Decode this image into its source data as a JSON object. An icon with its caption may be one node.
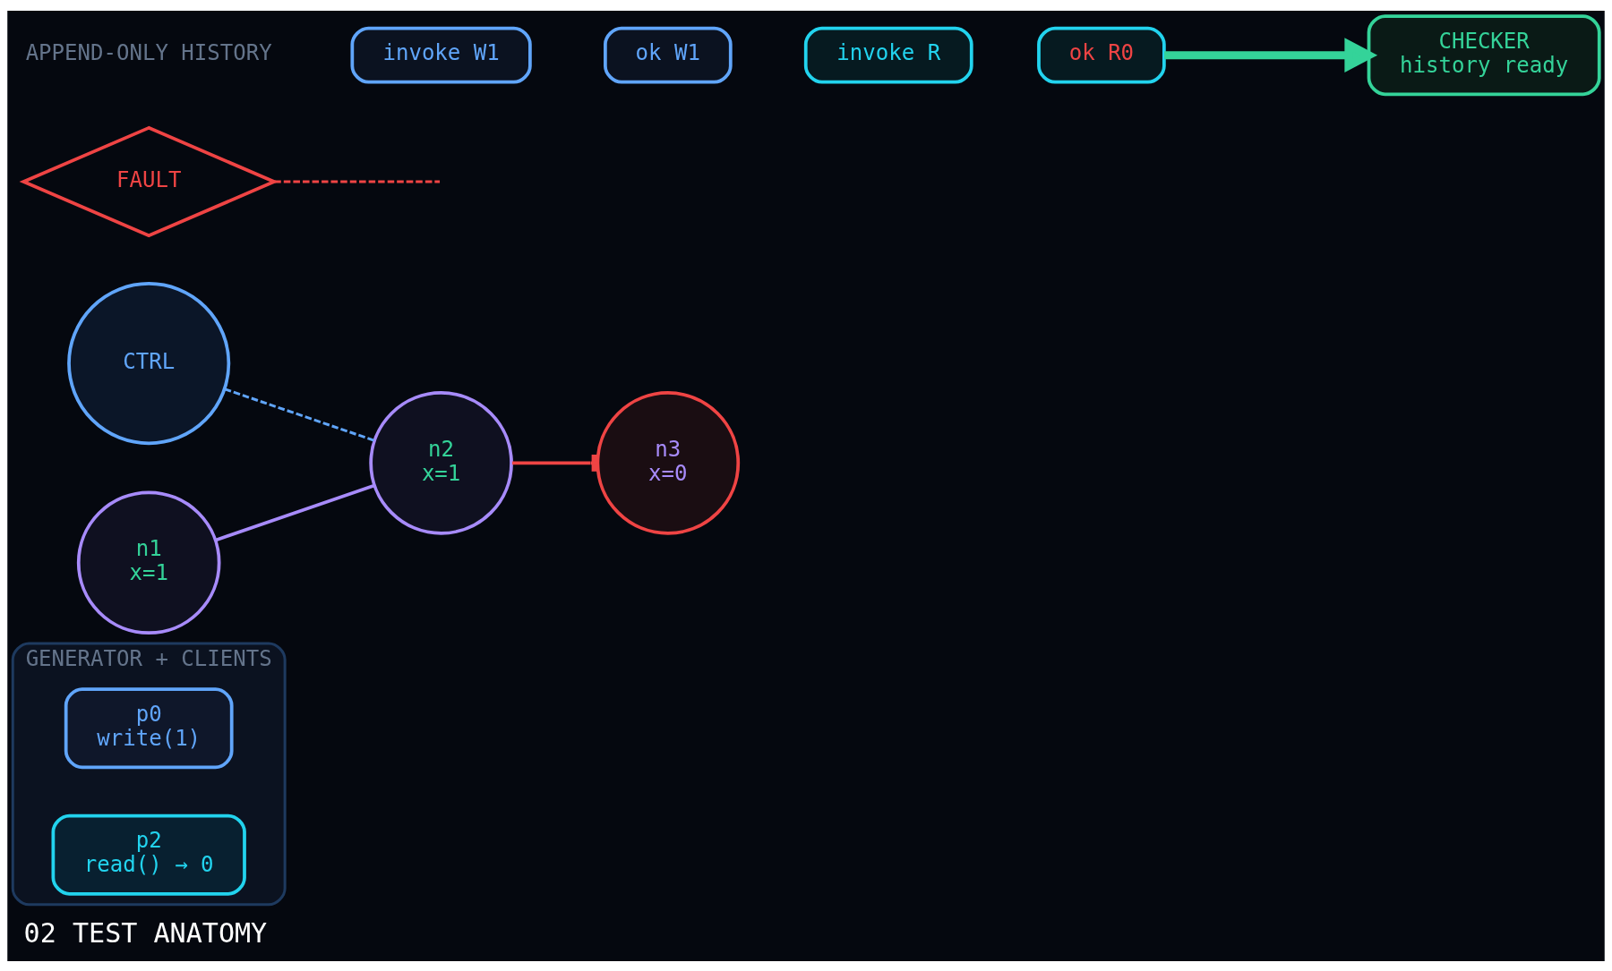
{
  "diagram": {
    "caption": "02 TEST ANATOMY",
    "nodes": [
      {
        "text": [
          "GENERATOR + CLIENTS"
        ]
      },
      {
        "text": [
          "p0",
          "write(1)"
        ],
        "in": 0
      },
      {
        "text": [
          "p2",
          "read() → 0"
        ],
        "in": 0
      },
      {
        "text": [
          "CTRL"
        ]
      },
      {
        "text": [
          "n1",
          "x=1"
        ]
      },
      {
        "text": [
          "n2",
          "x=1"
        ]
      },
      {
        "text": [
          "n3",
          "x=0"
        ]
      },
      {
        "text": [
          "FAULT"
        ]
      },
      {
        "text": [
          "invoke W1"
        ]
      },
      {
        "text": [
          "ok W1"
        ]
      },
      {
        "text": [
          "invoke R"
        ]
      },
      {
        "text": [
          "ok R0"
        ]
      },
      {
        "text": [
          "CHECKER",
          "history ready"
        ]
      }
    ],
    "edges": [
      {
        "from": 3,
        "to": 5,
        "arrow": "none",
        "style": "dashed",
        "color": "#60a5fa"
      },
      {
        "from": 4,
        "to": 5,
        "arrow": "none",
        "color": "#a78bfa"
      },
      {
        "from": 5,
        "to": 6,
        "arrow": "other",
        "color": "#ef4444"
      },
      {
        "from": 7,
        "to": null,
        "arrow": "none",
        "style": "dashed",
        "color": "#ef4444"
      },
      {
        "from": 11,
        "to": 12,
        "arrow": "to",
        "style": "thick",
        "color": "#34d399"
      }
    ],
    "labels": [
      "APPEND-ONLY HISTORY"
    ]
  }
}
